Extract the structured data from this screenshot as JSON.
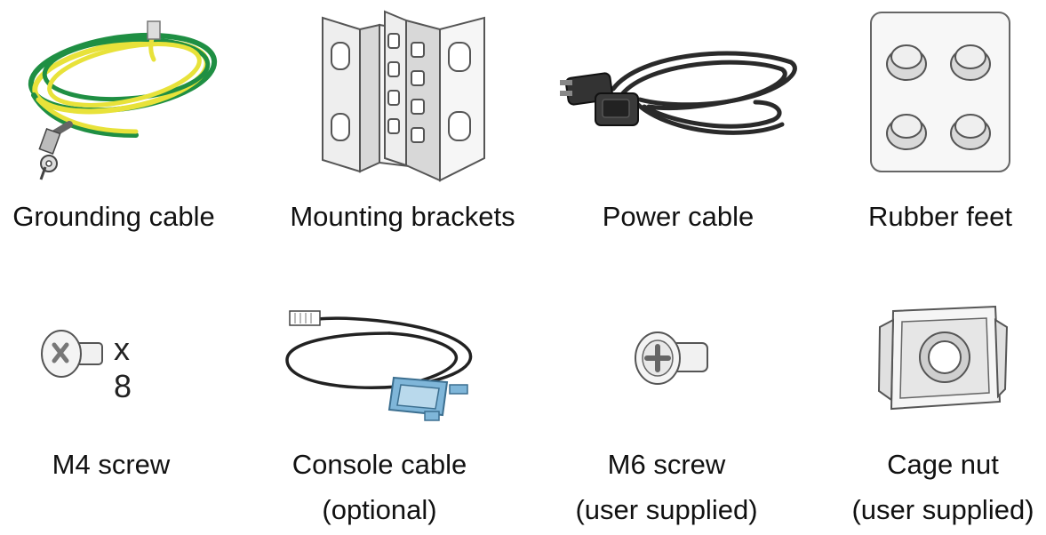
{
  "items": [
    {
      "label": "Grounding cable",
      "colors": {
        "green": "#1f8f43",
        "yellow": "#e8e23a"
      }
    },
    {
      "label": "Mounting brackets"
    },
    {
      "label": "Power cable"
    },
    {
      "label": "Rubber feet"
    },
    {
      "label": "M4 screw",
      "quantity": "x 8"
    },
    {
      "label": "Console cable",
      "note": "(optional)",
      "colors": {
        "connector": "#7fb6d9"
      }
    },
    {
      "label": "M6 screw",
      "note": "(user supplied)"
    },
    {
      "label": "Cage nut",
      "note": "(user supplied)"
    }
  ]
}
